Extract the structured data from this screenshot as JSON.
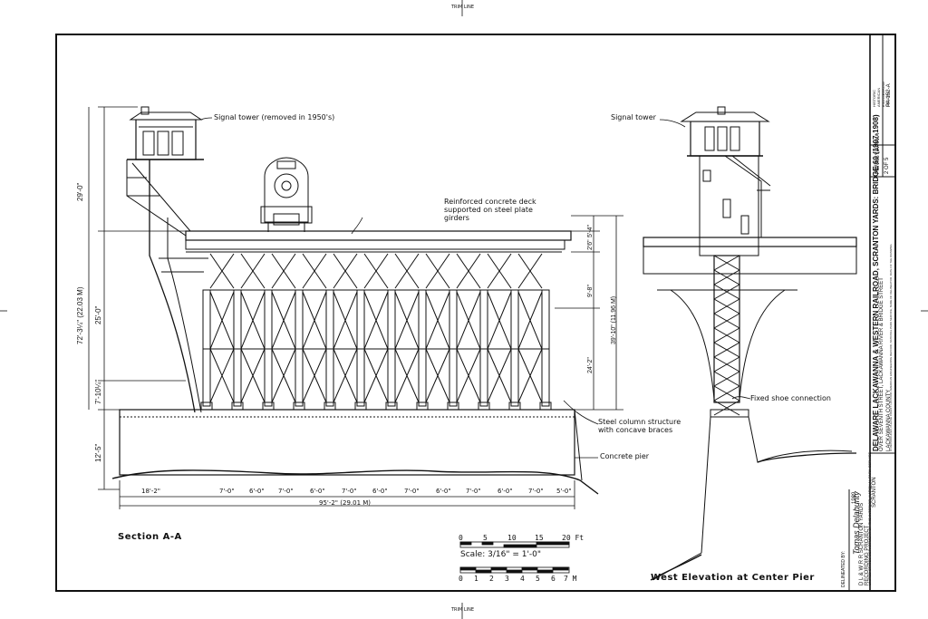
{
  "trim_line_top": "TRIM LINE",
  "trim_line_bottom": "TRIM LINE",
  "labels": {
    "signal_tower_left": "Signal tower (removed in 1950's)",
    "deck": "Reinforced concrete deck supported on steel plate girders",
    "steel_column": "Steel column structure with concave braces",
    "concrete_pier": "Concrete pier",
    "signal_tower_right": "Signal tower",
    "fixed_shoe": "Fixed shoe connection",
    "section_title": "Section A-A",
    "west_elevation": "West Elevation at Center Pier"
  },
  "dimensions": {
    "left_vertical": [
      "29'-0\"",
      "72'-3¼\" (22.03 M)",
      "25'-0\"",
      "7'-10¼\"",
      "12'-5\""
    ],
    "right_vertical": [
      "5'-4\"",
      "2'6\"",
      "9'-8\"",
      "39'-10\" (11.96 M)",
      "24'-2\""
    ],
    "bottom_spans": [
      "18'-2\"",
      "7'-0\"",
      "6'-0\"",
      "7'-0\"",
      "6'-0\"",
      "7'-0\"",
      "6'-0\"",
      "7'-0\"",
      "6'-0\"",
      "7'-0\"",
      "6'-0\"",
      "7'-0\"",
      "5'-0\""
    ],
    "overall": "95'-2\" (29.01 M)"
  },
  "scale": {
    "feet_ticks": [
      "0",
      "5",
      "10",
      "15",
      "20 Ft"
    ],
    "text": "Scale: 3/16\" = 1'-0\"",
    "meter_ticks": [
      "0",
      "1",
      "2",
      "3",
      "4",
      "5",
      "6",
      "7 M"
    ]
  },
  "credits": {
    "delineator": "Tomas Delahunty",
    "year": "1989",
    "project": "D L & W R R SCRANTON YARDS RECORDING PROJECT",
    "delineated_by": "DELINEATED BY:",
    "small_credit": "UNITED STATES DEPARTMENT OF THE INTERIOR, NATIONAL PARK SERVICE"
  },
  "title_block": {
    "main_title": "DELAWARE LACKAWANNA & WESTERN RAILROAD, SCRANTON YARDS: BRIDGE 60 (1907-1908)",
    "subtitle": "OVER SEVENTH STREET, LACKAWANNA RIVER & BRIDGE STREET",
    "city": "SCRANTON",
    "county": "LACKAWANNA COUNTY",
    "state": "PENNSYLVANIA",
    "record": "HISTORIC AMERICAN ENGINEERING RECORD",
    "record_no": "PA-152-A",
    "sheet_label": "SHEET",
    "sheet_no": "2 OF 5",
    "reproduction_note": "IF REPRODUCED, PLEASE CREDIT: HISTORIC AMERICAN ENGINEERING RECORD, NATIONAL PARK SERVICE, NAME OF DELINEATOR, DATE OF THE DRAWING"
  }
}
